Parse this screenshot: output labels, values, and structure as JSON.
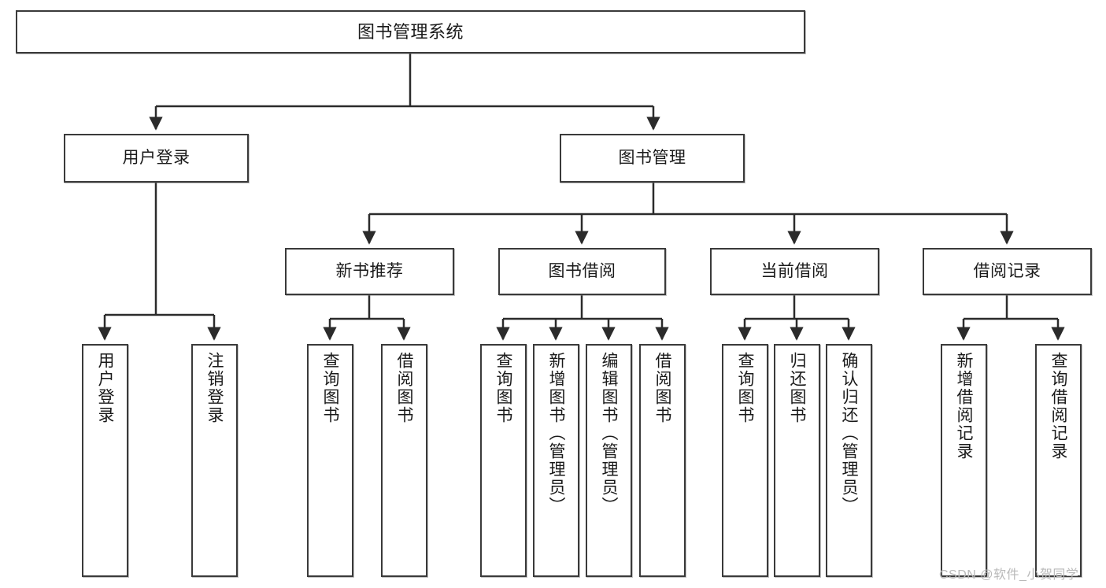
{
  "diagram": {
    "title": "图书管理系统",
    "type": "功能结构图",
    "watermark": "CSDN @软件_小贺同学",
    "colors": {
      "box_border": "#3a3a3a",
      "box_fill": "#ffffff",
      "connector": "#2b2b2b",
      "text": "#1a1a1a",
      "watermark": "#b9b9b9"
    },
    "root": {
      "label": "图书管理系统"
    },
    "level2": [
      {
        "label": "用户登录"
      },
      {
        "label": "图书管理"
      }
    ],
    "level3": [
      {
        "label": "新书推荐"
      },
      {
        "label": "图书借阅"
      },
      {
        "label": "当前借阅"
      },
      {
        "label": "借阅记录"
      }
    ],
    "leaves": {
      "user_login": [
        {
          "label": "用户登录"
        },
        {
          "label": "注销登录"
        }
      ],
      "new_book_recommend": [
        {
          "label": "查询图书"
        },
        {
          "label": "借阅图书"
        }
      ],
      "book_borrow": [
        {
          "label": "查询图书"
        },
        {
          "label": "新增图书（管理员）"
        },
        {
          "label": "编辑图书（管理员）"
        },
        {
          "label": "借阅图书"
        }
      ],
      "current_borrow": [
        {
          "label": "查询图书"
        },
        {
          "label": "归还图书"
        },
        {
          "label": "确认归还（管理员）"
        }
      ],
      "borrow_record": [
        {
          "label": "新增借阅记录"
        },
        {
          "label": "查询借阅记录"
        }
      ]
    }
  }
}
